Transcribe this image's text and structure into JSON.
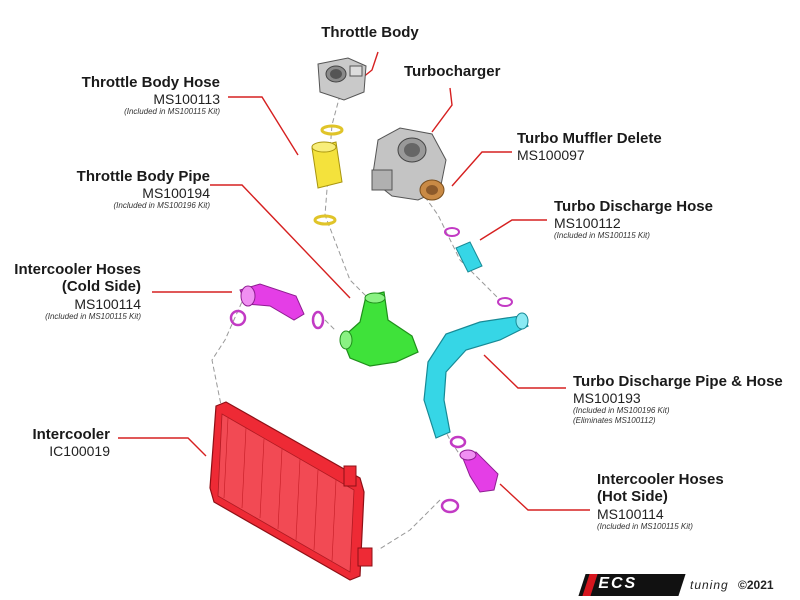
{
  "labels": {
    "throttle_body": {
      "title": "Throttle Body"
    },
    "throttle_body_hose": {
      "title": "Throttle Body Hose",
      "part": "MS100113",
      "note": "(Included in MS100115 Kit)"
    },
    "turbocharger": {
      "title": "Turbocharger"
    },
    "turbo_muffler_delete": {
      "title": "Turbo Muffler Delete",
      "part": "MS100097"
    },
    "throttle_body_pipe": {
      "title": "Throttle Body Pipe",
      "part": "MS100194",
      "note": "(Included in MS100196 Kit)"
    },
    "turbo_discharge_hose": {
      "title": "Turbo Discharge Hose",
      "part": "MS100112",
      "note": "(Included in MS100115 Kit)"
    },
    "intercooler_hoses_cold": {
      "title_line1": "Intercooler Hoses",
      "title_line2": "(Cold Side)",
      "part": "MS100114",
      "note": "(Included in MS100115 Kit)"
    },
    "turbo_discharge_pipe": {
      "title": "Turbo Discharge Pipe & Hose",
      "part": "MS100193",
      "note1": "(Included in MS100196 Kit)",
      "note2": "(Eliminates MS100112)"
    },
    "intercooler": {
      "title": "Intercooler",
      "part": "IC100019"
    },
    "intercooler_hoses_hot": {
      "title_line1": "Intercooler Hoses",
      "title_line2": "(Hot Side)",
      "part": "MS100114",
      "note": "(Included in MS100115 Kit)"
    }
  },
  "logo": {
    "brand": "ECS",
    "sub": "tuning",
    "copyright": "©2021"
  },
  "colors": {
    "leader_line": "#d62020",
    "intercooler": "#ee2a35",
    "hose_magenta": "#e43ee6",
    "pipe_green": "#3fe23a",
    "pipe_cyan": "#36d6e6",
    "hose_yellow": "#f4e23c",
    "metal_grey": "#b8b8b8",
    "muffler_bronze": "#c98a45"
  },
  "icons": [
    "throttle-body-icon",
    "turbocharger-icon",
    "intercooler-icon"
  ]
}
